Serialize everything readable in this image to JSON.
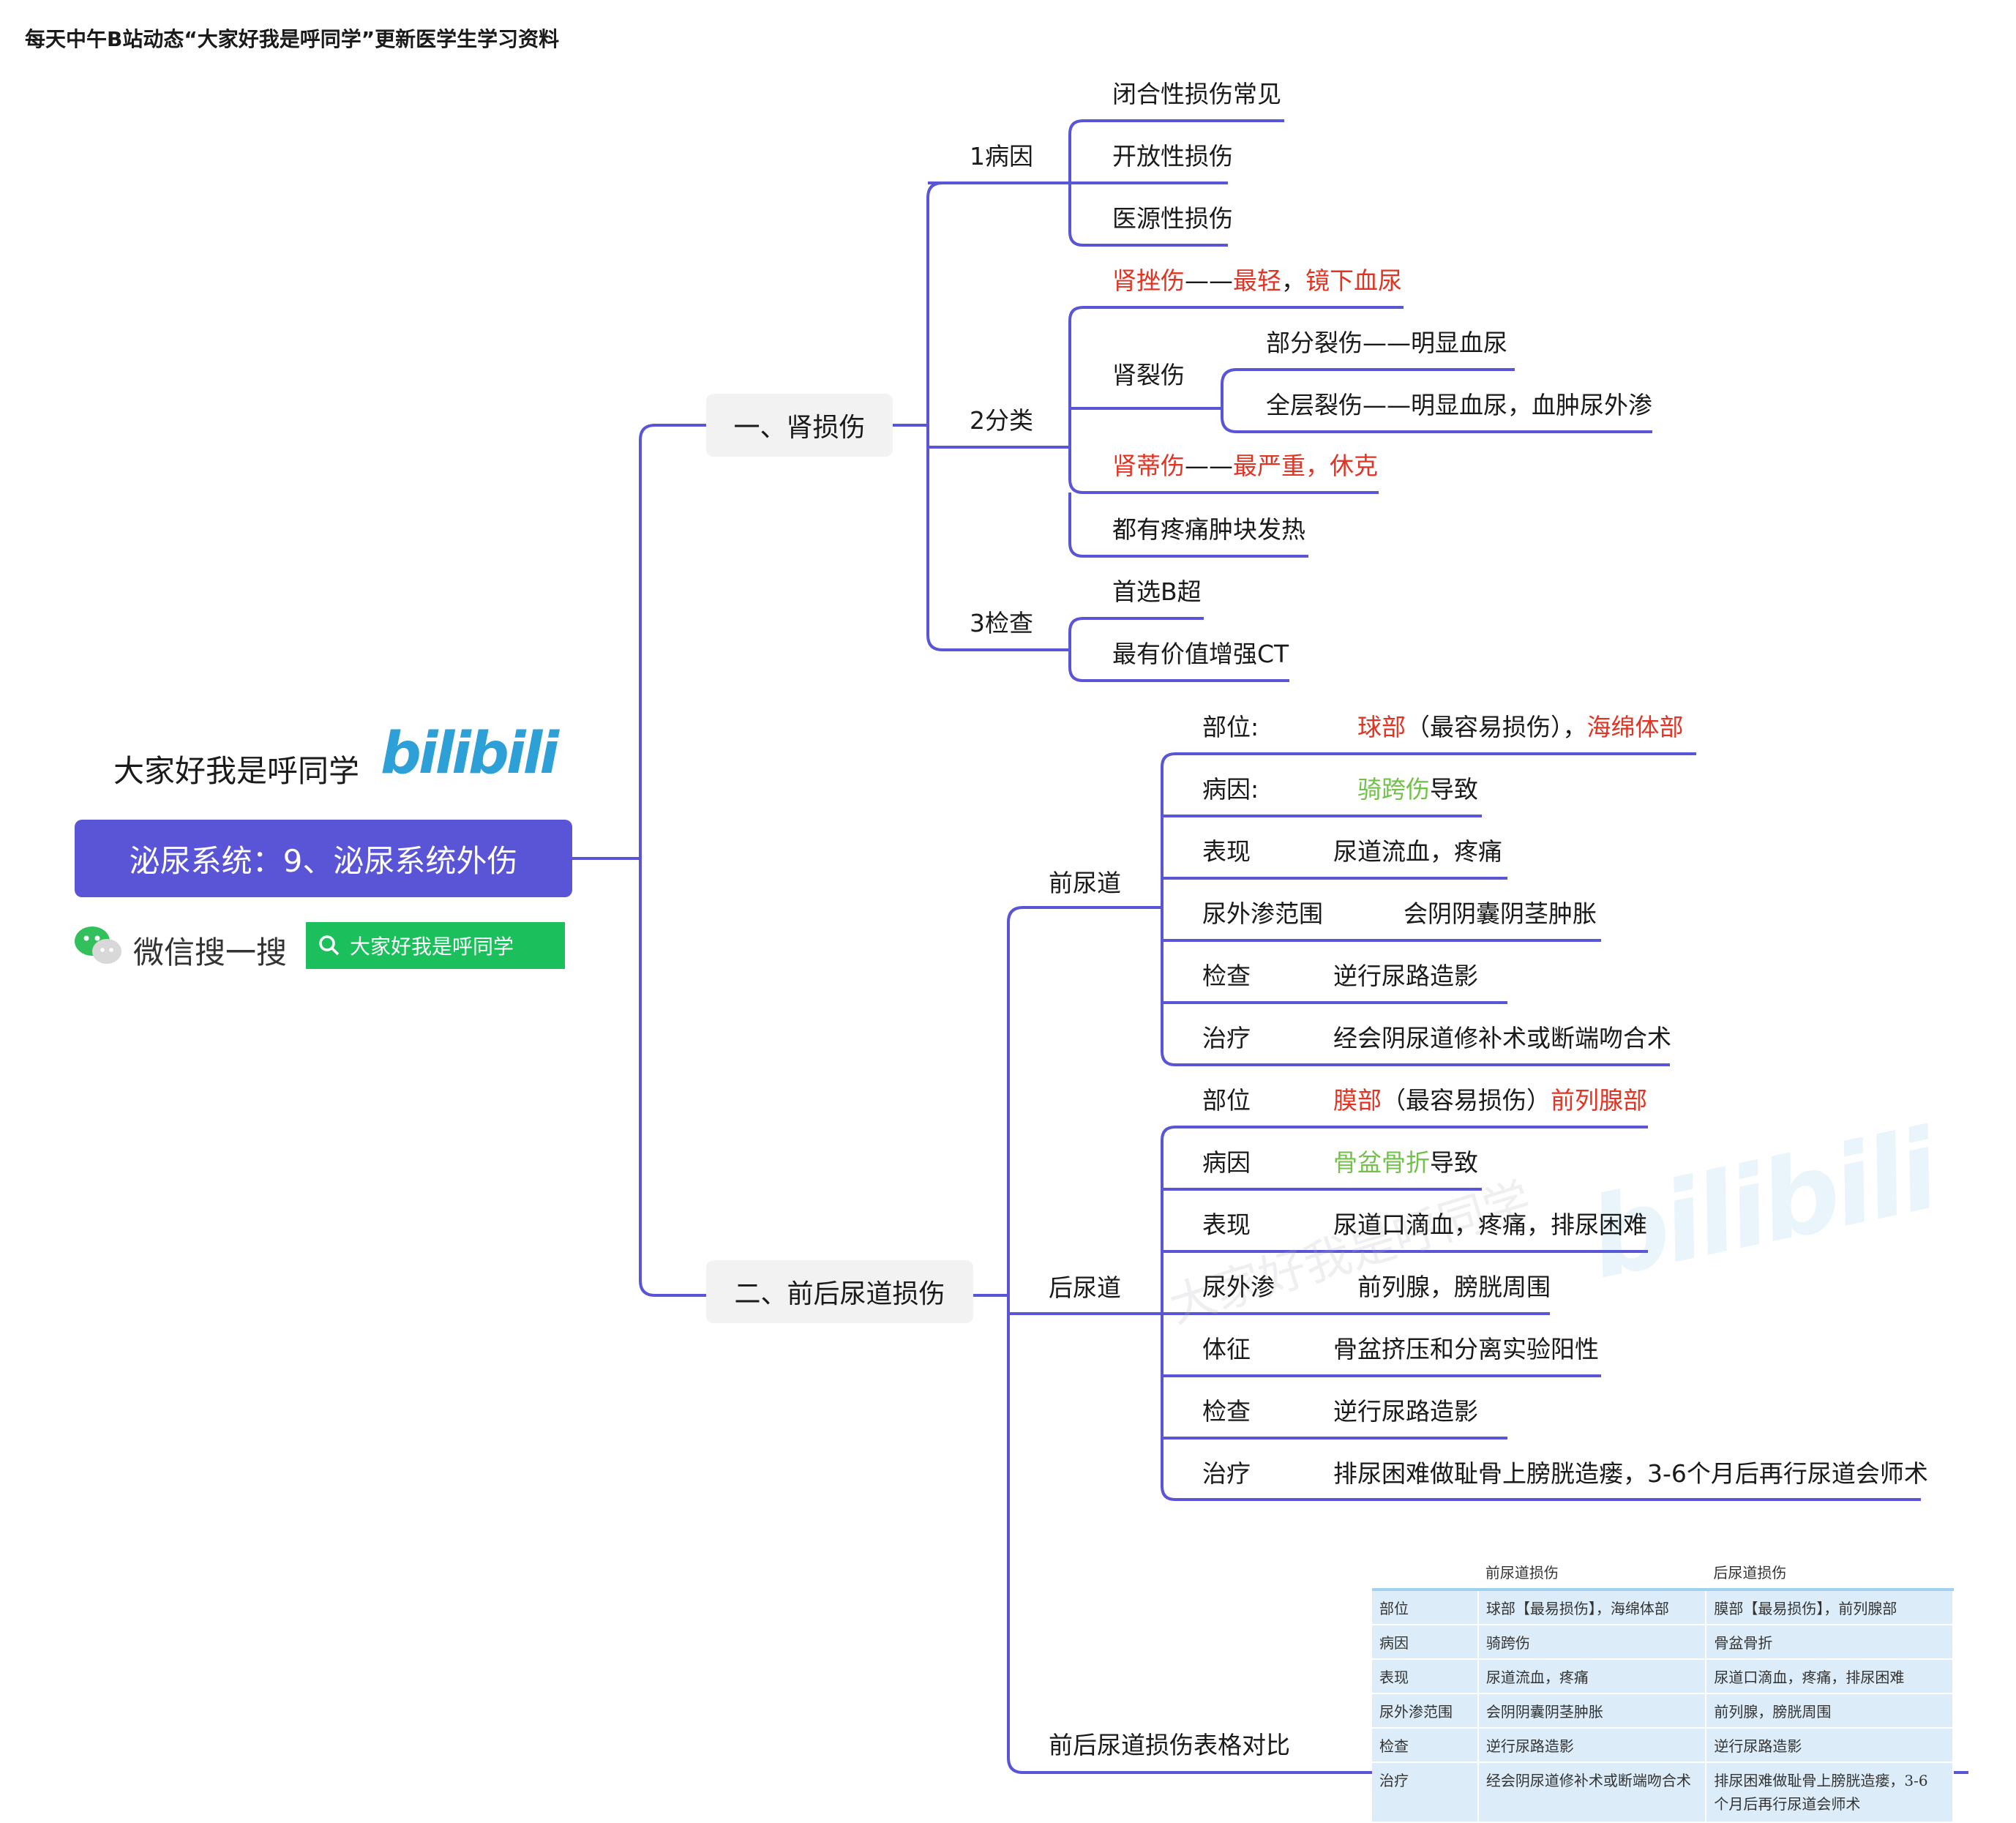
{
  "header": {
    "text": "每天中午B站动态“大家好我是呼同学”更新医学生学习资料"
  },
  "brand": {
    "name": "大家好我是呼同学",
    "logo": "bilibili"
  },
  "root": {
    "title": "泌尿系统：9、泌尿系统外伤"
  },
  "wechat": {
    "icon": "wechat-icon",
    "label": "微信搜一搜",
    "search_icon": "search-icon",
    "search_text": "大家好我是呼同学"
  },
  "watermark": {
    "text": "大家好我是呼同学",
    "logo": "bilibili"
  },
  "colors": {
    "line": "#5a54d6",
    "root": "#5a54d6",
    "red": "#e03424",
    "green": "#72c14b",
    "search": "#1bbf5b"
  },
  "kidney": {
    "title": "一、肾损伤",
    "cause": {
      "label": "1病因",
      "items": [
        "闭合性损伤常见",
        "开放性损伤",
        "医源性损伤"
      ]
    },
    "classify": {
      "label": "2分类",
      "contusion": {
        "a": "肾挫伤",
        "b": "——",
        "c": "最轻",
        "d": "，",
        "e": "镜下血尿"
      },
      "laceration": {
        "label": "肾裂伤",
        "items": [
          "部分裂伤——明显血尿",
          "全层裂伤——明显血尿，血肿尿外渗"
        ]
      },
      "pedicle": {
        "a": "肾蒂伤",
        "b": "——",
        "c": "最严重，休克"
      },
      "common": "都有疼痛肿块发热"
    },
    "exam": {
      "label": "3检查",
      "items": [
        "首选B超",
        "最有价值增强CT"
      ]
    }
  },
  "urethra": {
    "title": "二、前后尿道损伤",
    "anterior": {
      "label": "前尿道",
      "site": {
        "key": "部位:",
        "red1": "球部",
        "mid": "（最容易损伤），",
        "red2": "海绵体部"
      },
      "cause": {
        "key": "病因:",
        "green": "骑跨伤",
        "rest": "导致"
      },
      "sign": {
        "key": "表现",
        "val": "尿道流血，疼痛"
      },
      "extrav": {
        "key": "尿外渗范围",
        "val": "会阴阴囊阴茎肿胀"
      },
      "exam": {
        "key": "检查",
        "val": "逆行尿路造影"
      },
      "treat": {
        "key": "治疗",
        "val": "经会阴尿道修补术或断端吻合术"
      }
    },
    "posterior": {
      "label": "后尿道",
      "site": {
        "key": "部位",
        "red1": "膜部",
        "mid": "（最容易损伤）",
        "red2": "前列腺部"
      },
      "cause": {
        "key": "病因",
        "green": "骨盆骨折",
        "rest": "导致"
      },
      "sign": {
        "key": "表现",
        "val": "尿道口滴血，疼痛，排尿困难"
      },
      "extrav": {
        "key": "尿外渗",
        "val": "前列腺，膀胱周围"
      },
      "physical": {
        "key": "体征",
        "val": "骨盆挤压和分离实验阳性"
      },
      "exam": {
        "key": "检查",
        "val": "逆行尿路造影"
      },
      "treat": {
        "key": "治疗",
        "val": "排尿困难做耻骨上膀胱造瘘，3-6个月后再行尿道会师术"
      }
    },
    "compare": {
      "label": "前后尿道损伤表格对比",
      "headers": [
        "",
        "前尿道损伤",
        "后尿道损伤"
      ],
      "rows": [
        [
          "部位",
          "球部【最易损伤】，海绵体部",
          "膜部【最易损伤】，前列腺部"
        ],
        [
          "病因",
          "骑跨伤",
          "骨盆骨折"
        ],
        [
          "表现",
          "尿道流血，疼痛",
          "尿道口滴血，疼痛，排尿困难"
        ],
        [
          "尿外渗范围",
          "会阴阴囊阴茎肿胀",
          "前列腺，膀胱周围"
        ],
        [
          "检查",
          "逆行尿路造影",
          "逆行尿路造影"
        ],
        [
          "治疗",
          "经会阴尿道修补术或断端吻合术",
          "排尿困难做耻骨上膀胱造瘘，3-6 个月后再行尿道会师术"
        ]
      ]
    }
  }
}
